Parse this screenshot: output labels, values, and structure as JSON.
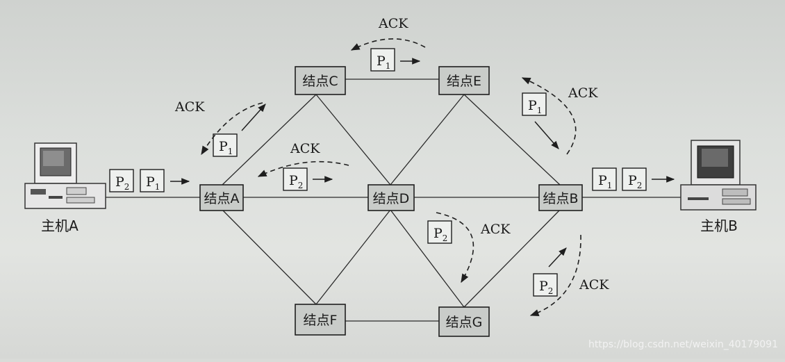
{
  "nodes": {
    "A": "结点A",
    "B": "结点B",
    "C": "结点C",
    "D": "结点D",
    "E": "结点E",
    "F": "结点F",
    "G": "结点G"
  },
  "hosts": {
    "A": "主机A",
    "B": "主机B"
  },
  "packets": {
    "p1": "P",
    "p2": "P",
    "sub1": "1",
    "sub2": "2"
  },
  "ack": "ACK",
  "watermark": "https://blog.csdn.net/weixin_40179091",
  "colors": {
    "node_fill": "#c9ccc9",
    "packet_fill": "#eef0ee",
    "line": "#1e1e1e"
  }
}
